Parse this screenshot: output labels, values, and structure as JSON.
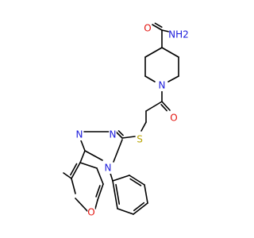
{
  "colors": {
    "background": "#ffffff",
    "bond": "#000000",
    "carbon": "#000000",
    "nitrogen": "#1b1bdb",
    "oxygen": "#e3140f",
    "sulfur": "#b8a400"
  },
  "atoms": [
    {
      "id": "nh2",
      "label": "NH2",
      "element": "nitrogen"
    },
    {
      "id": "o1",
      "label": "O",
      "element": "oxygen"
    },
    {
      "id": "n1",
      "label": "N",
      "element": "nitrogen"
    },
    {
      "id": "o2",
      "label": "O",
      "element": "oxygen"
    },
    {
      "id": "s1",
      "label": "S",
      "element": "sulfur"
    },
    {
      "id": "n2",
      "label": "N",
      "element": "nitrogen"
    },
    {
      "id": "n3",
      "label": "N",
      "element": "nitrogen"
    },
    {
      "id": "n4",
      "label": "N",
      "element": "nitrogen"
    },
    {
      "id": "o3",
      "label": "O",
      "element": "oxygen"
    }
  ]
}
